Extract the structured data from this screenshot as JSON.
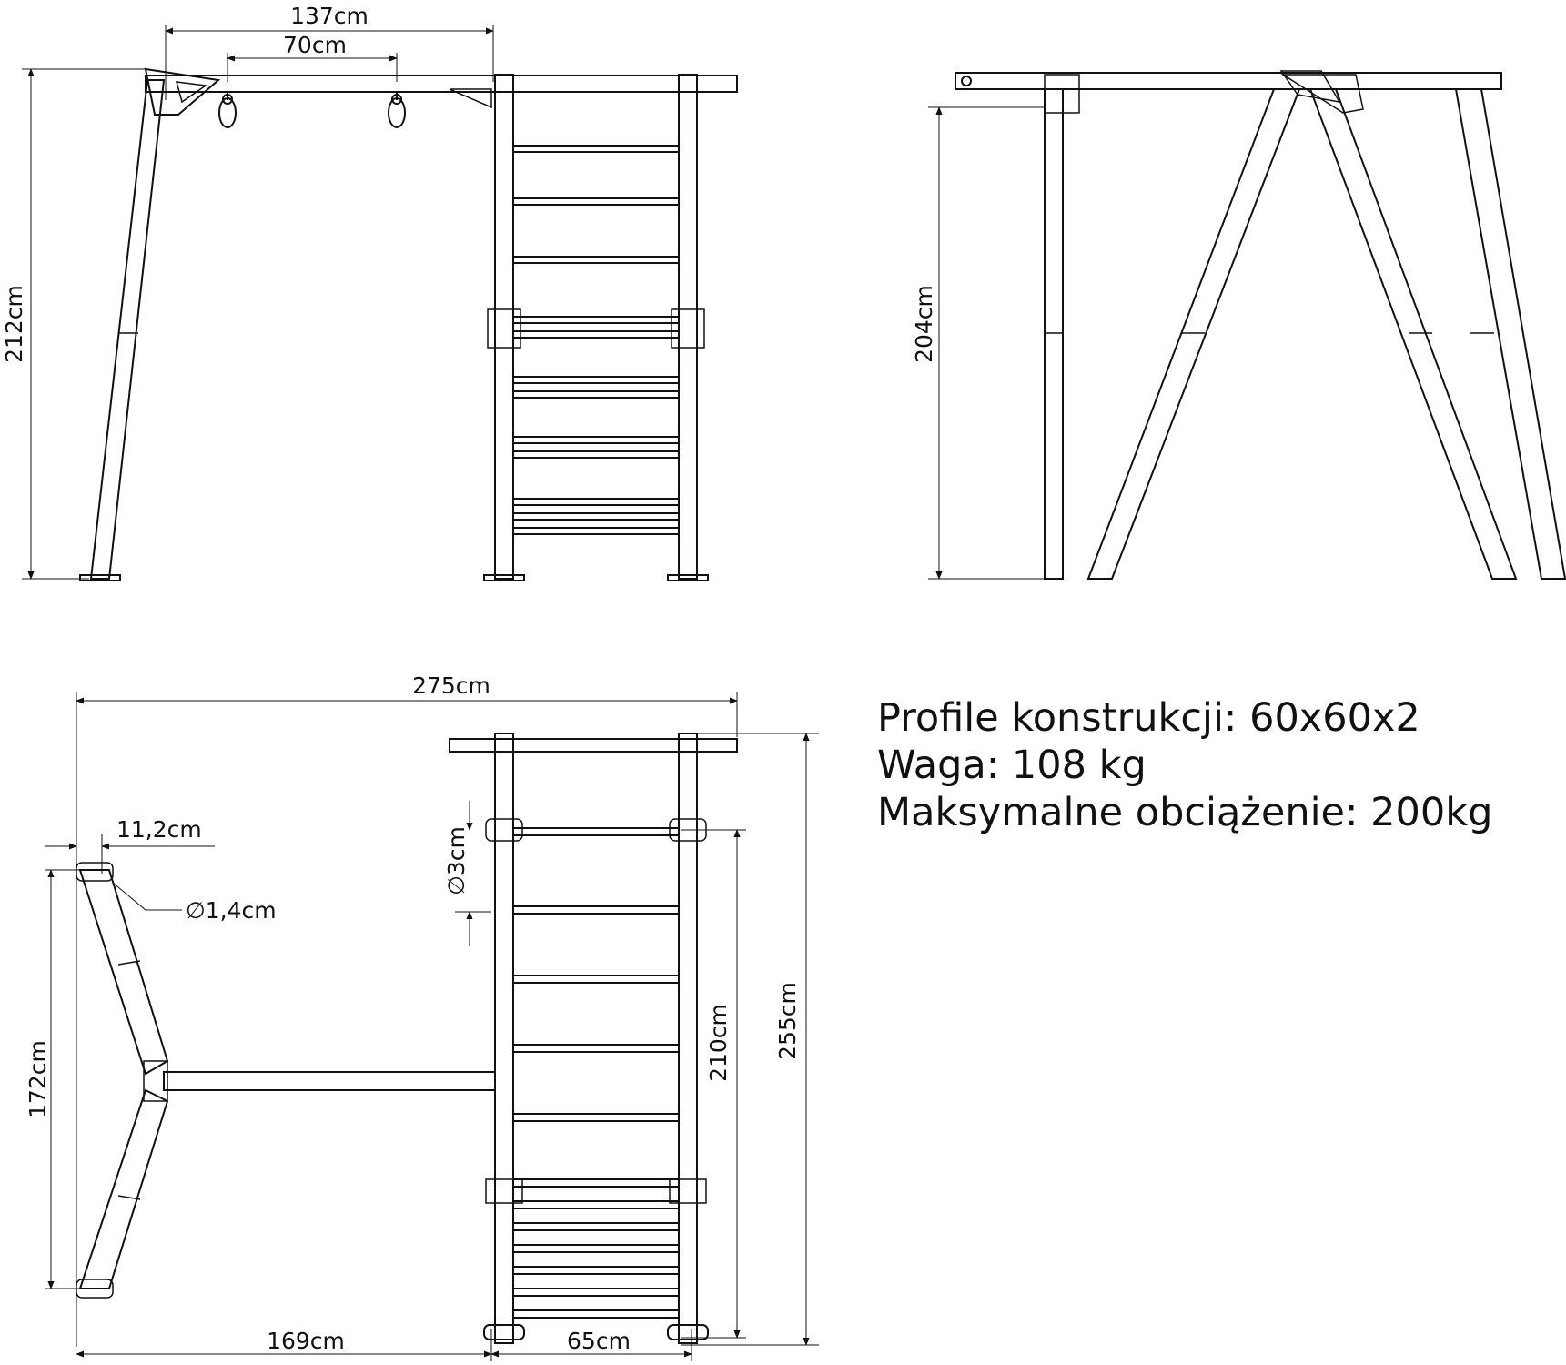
{
  "front_view": {
    "width_outer": "137cm",
    "width_inner": "70cm",
    "height": "212cm"
  },
  "side_view": {
    "height": "204cm"
  },
  "top_view": {
    "total_length": "275cm",
    "leg_offset": "11,2cm",
    "hole_diameter": "∅1,4cm",
    "rung_diameter": "∅3cm",
    "leg_span": "172cm",
    "base_length": "169cm",
    "ladder_width": "65cm",
    "ladder_height": "210cm",
    "overall_height": "255cm"
  },
  "specs": {
    "profile": "Profile konstrukcji: 60x60x2",
    "weight": "Waga: 108 kg",
    "max_load": "Maksymalne obciążenie: 200kg"
  }
}
